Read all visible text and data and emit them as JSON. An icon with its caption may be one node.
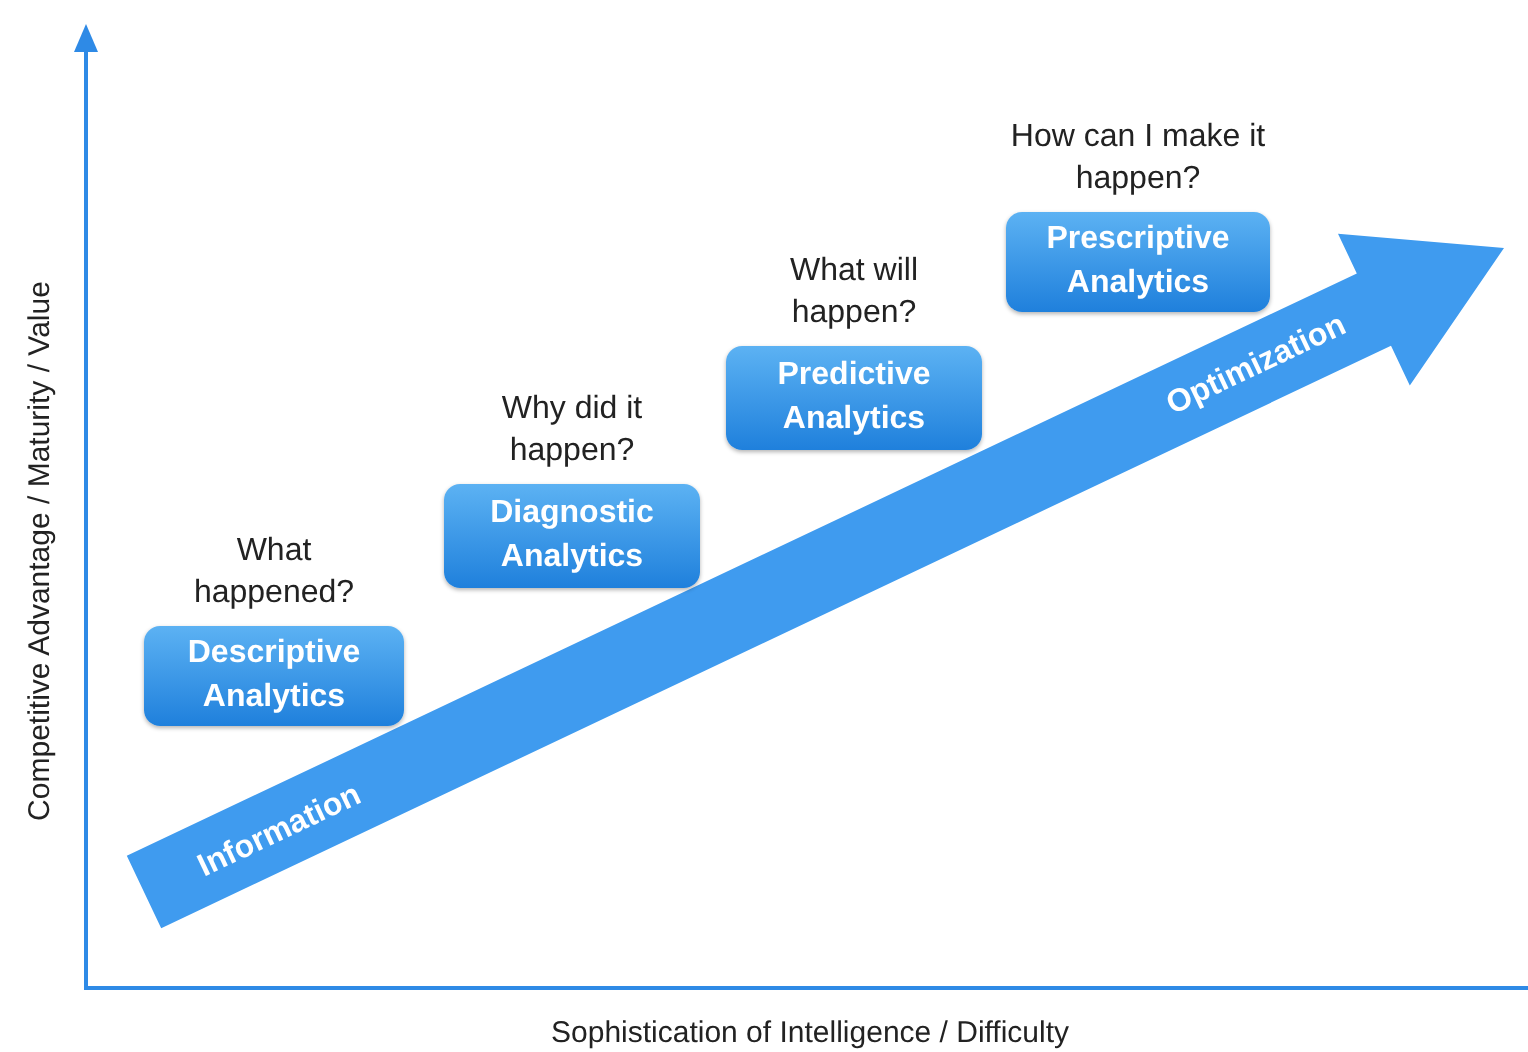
{
  "diagram": {
    "nodes": [
      {
        "text": [
          "Descriptive Analytics"
        ],
        "beside": [
          "What happened?"
        ]
      },
      {
        "text": [
          "Diagnostic Analytics"
        ],
        "beside": [
          "Why did it happen?"
        ]
      },
      {
        "text": [
          "Predictive Analytics"
        ],
        "beside": [
          "What will happen?"
        ]
      },
      {
        "text": [
          "Prescriptive Analytics"
        ],
        "beside": [
          "How can I make it happen?"
        ]
      }
    ],
    "labels": [
      "Competitive Advantage / Maturity / Value",
      "Sophistication of Intelligence / Difficulty",
      "Information",
      "Optimization"
    ]
  }
}
